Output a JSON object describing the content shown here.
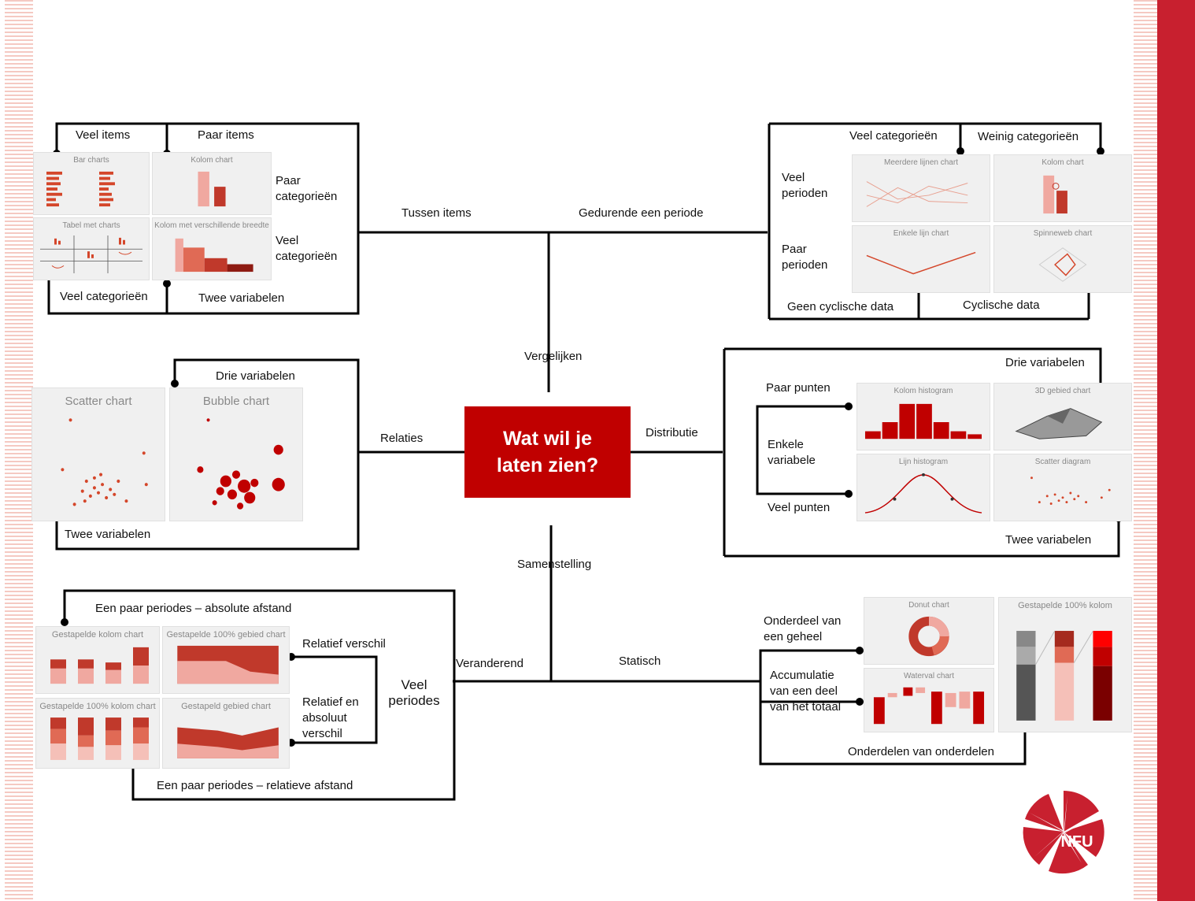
{
  "center": {
    "line1": "Wat wil je",
    "line2": "laten zien?"
  },
  "branches": {
    "tussen_items": "Tussen items",
    "gedurende_periode": "Gedurende een periode",
    "vergelijken": "Vergelijken",
    "relaties": "Relaties",
    "distributie": "Distributie",
    "samenstelling": "Samenstelling",
    "veranderend": "Veranderend",
    "statisch": "Statisch"
  },
  "top_left": {
    "veel_items": "Veel items",
    "paar_items": "Paar items",
    "paar_categorieen": "Paar categorieën",
    "veel_categorieen": "Veel categorieën",
    "veel_categorieen_bottom": "Veel categorieën",
    "twee_variabelen": "Twee variabelen",
    "thumbs": [
      "Bar charts",
      "Kolom chart",
      "Tabel met charts",
      "Kolom met verschillende breedte"
    ]
  },
  "top_right": {
    "veel_categorieen": "Veel categorieën",
    "weinig_categorieen": "Weinig categorieën",
    "veel_perioden": "Veel perioden",
    "paar_perioden": "Paar perioden",
    "geen_cyclische": "Geen cyclische data",
    "cyclische": "Cyclische data",
    "thumbs": [
      "Meerdere lijnen chart",
      "Kolom chart",
      "Enkele lijn chart",
      "Spinneweb chart"
    ]
  },
  "mid_left": {
    "drie_variabelen": "Drie variabelen",
    "twee_variabelen": "Twee variabelen",
    "thumbs": [
      "Scatter chart",
      "Bubble chart"
    ]
  },
  "mid_right": {
    "drie_variabelen": "Drie variabelen",
    "paar_punten": "Paar punten",
    "enkele_variabele": "Enkele variabele",
    "veel_punten": "Veel punten",
    "twee_variabelen": "Twee variabelen",
    "thumbs": [
      "Kolom histogram",
      "3D gebied chart",
      "Lijn histogram",
      "Scatter diagram"
    ]
  },
  "bottom_left": {
    "absolute": "Een paar periodes – absolute afstand",
    "relatieve": "Een paar periodes – relatieve afstand",
    "relatief_verschil": "Relatief verschil",
    "relatief_absoluut": "Relatief en absoluut verschil",
    "veel_periodes": "Veel periodes",
    "thumbs": [
      "Gestapelde kolom chart",
      "Gestapelde 100% gebied chart",
      "Gestapelde 100% kolom chart",
      "Gestapeld gebied chart"
    ]
  },
  "bottom_right": {
    "onderdeel": "Onderdeel van een geheel",
    "accumulatie": "Accumulatie van een deel van het totaal",
    "onderdelen": "Onderdelen van onderdelen",
    "thumbs": [
      "Donut chart",
      "Waterval chart",
      "Gestapelde 100% kolom"
    ]
  },
  "logo": {
    "text": "NFU",
    "color": "#c8202f"
  },
  "colors": {
    "accent": "#c00000",
    "chart": "#d4462a"
  }
}
